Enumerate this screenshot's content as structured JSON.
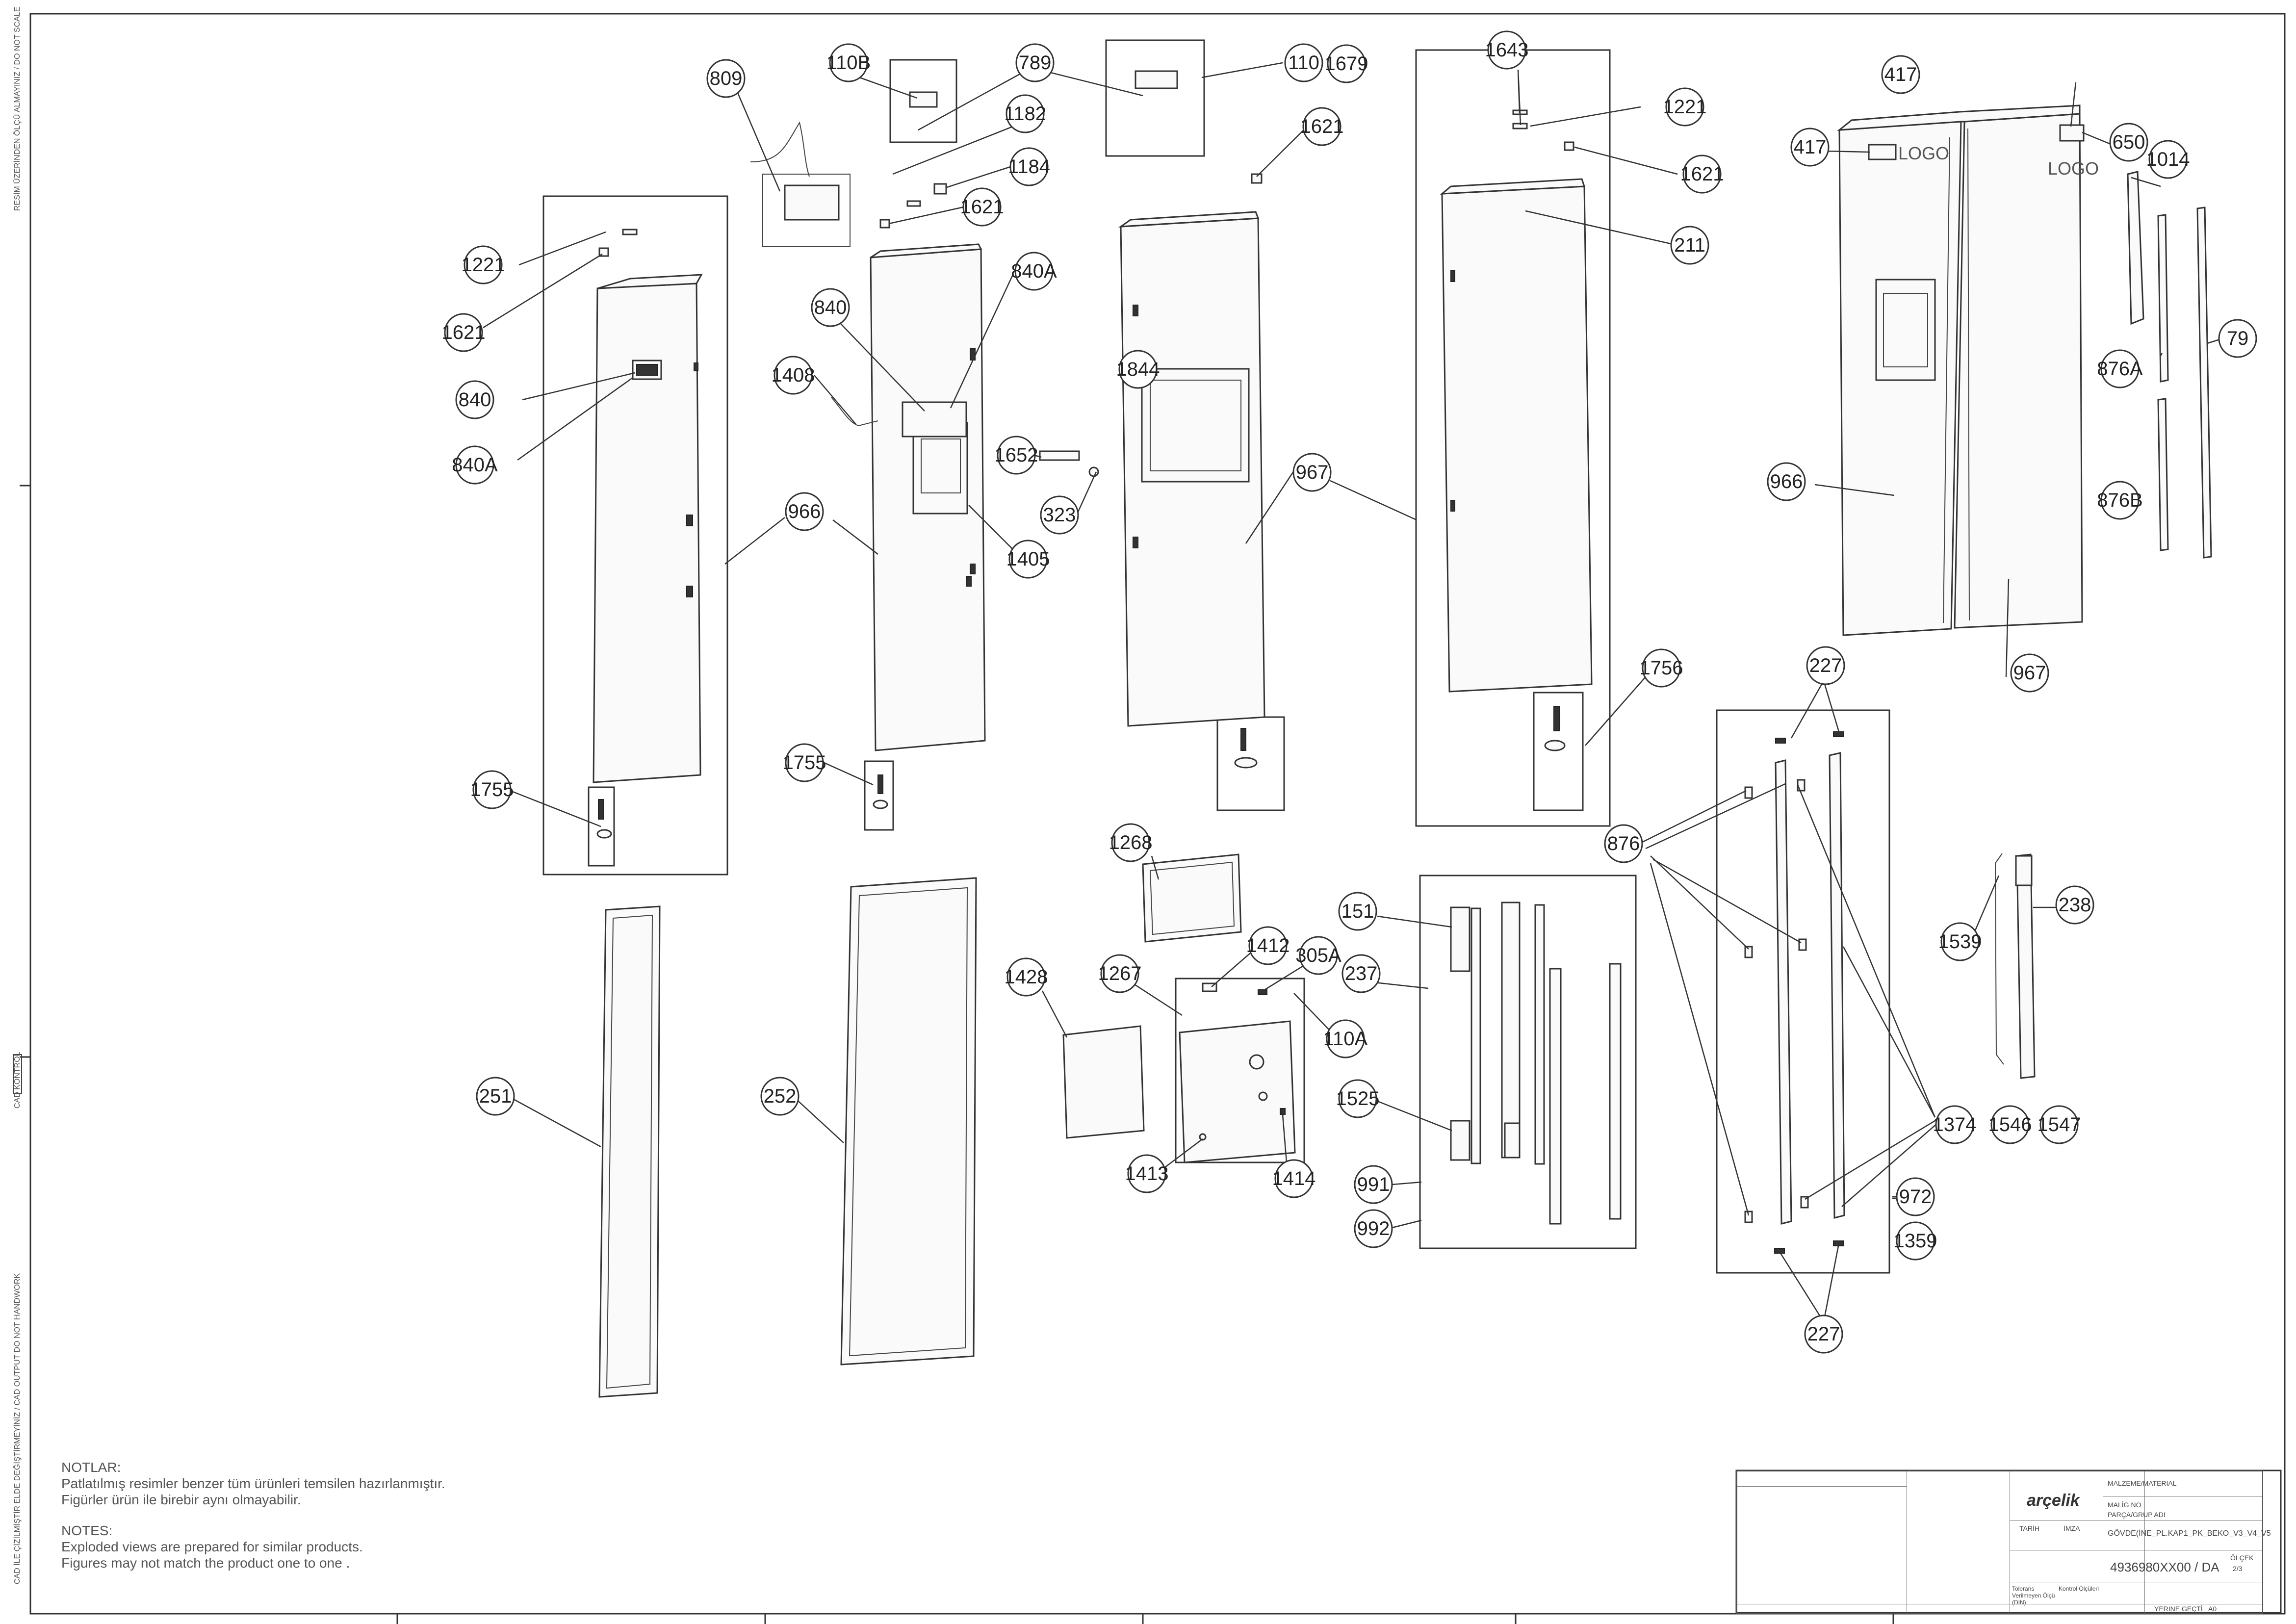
{
  "drawing": {
    "side_left_top": "RESİM ÜZERİNDEN ÖLÇÜ ALMAYINIZ / DO NOT SCALE",
    "side_left_mid": "CAD KONTROL",
    "side_left_bottom": "CAD İLE ÇİZİLMİŞTİR ELDE DEĞİŞTİRMEYİNİZ / CAD OUTPUT DO NOT HANDWORK",
    "logo_left": "LOGO",
    "logo_right": "LOGO"
  },
  "callouts": [
    "809",
    "110B",
    "789",
    "110",
    "1679",
    "1182",
    "1184",
    "1621",
    "1621",
    "1643",
    "1221",
    "1621",
    "211",
    "417",
    "417",
    "650",
    "1014",
    "876A",
    "79",
    "876B",
    "1221",
    "1621",
    "840",
    "840A",
    "966",
    "1755",
    "840",
    "840A",
    "1408",
    "1652",
    "323",
    "1405",
    "1755",
    "1844",
    "967",
    "966",
    "967",
    "1756",
    "227",
    "876",
    "1374",
    "972",
    "1359",
    "227",
    "1268",
    "1412",
    "305A",
    "110A",
    "1428",
    "1267",
    "1413",
    "1414",
    "151",
    "237",
    "1525",
    "991",
    "992",
    "251",
    "252",
    "1539",
    "238",
    "1546",
    "1547"
  ],
  "notes": {
    "heading_tr": "NOTLAR:",
    "line1_tr": "Patlatılmış  resimler benzer tüm ürünleri temsilen  hazırlanmıştır.",
    "line2_tr": "Figürler ürün ile birebir aynı olmayabilir.",
    "heading_en": "NOTES:",
    "line1_en": "Exploded views are prepared for similar products.",
    "line2_en": "Figures  may not match the product one to one ."
  },
  "title_block": {
    "brand": "arçelik",
    "material_label": "MALZEME/MATERIAL",
    "part_no_label": "MALİG NO",
    "group_label": "PARÇA/GRUP ADI",
    "description": "GÖVDE(İNE_PL.KAP1_PK_BEKO_V3_V4_V5",
    "date_label": "TARİH",
    "sign_label": "İMZA",
    "drawing_no": "4936980XX00 / DA",
    "tolerance_label": "Tolerans Verilmeyen Ölçü (DIN)",
    "control_label": "Kontrol Ölçüleri",
    "scale_label": "ÖLÇEK",
    "sheet": "2/3",
    "paper": "A0",
    "view_label": "YERINE GEÇTİ"
  }
}
